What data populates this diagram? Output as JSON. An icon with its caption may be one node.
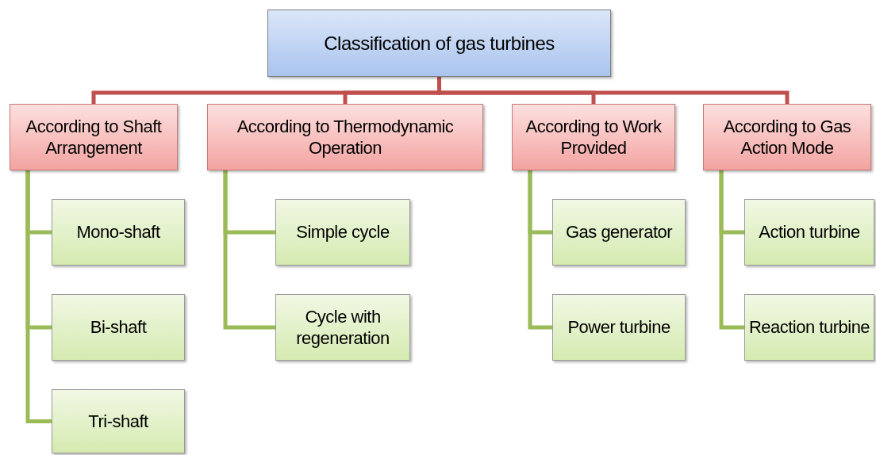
{
  "diagram": {
    "nodes": [
      {
        "text": [
          "Classification of gas turbines"
        ]
      },
      {
        "text": [
          "According to Shaft Arrangement"
        ]
      },
      {
        "text": [
          "According to Thermodynamic Operation"
        ]
      },
      {
        "text": [
          "According to Work Provided"
        ]
      },
      {
        "text": [
          "According to Gas Action Mode"
        ]
      },
      {
        "text": [
          "Mono-shaft"
        ]
      },
      {
        "text": [
          "Bi-shaft"
        ]
      },
      {
        "text": [
          "Tri-shaft"
        ]
      },
      {
        "text": [
          "Simple cycle"
        ]
      },
      {
        "text": [
          "Cycle with regeneration"
        ]
      },
      {
        "text": [
          "Gas generator"
        ]
      },
      {
        "text": [
          "Power turbine"
        ]
      },
      {
        "text": [
          "Action turbine"
        ]
      },
      {
        "text": [
          "Reaction turbine"
        ]
      }
    ],
    "edges": [
      {
        "from": 0,
        "to": 1,
        "arrow": "none",
        "color": "#c0504d"
      },
      {
        "from": 0,
        "to": 2,
        "arrow": "none",
        "color": "#c0504d"
      },
      {
        "from": 0,
        "to": 3,
        "arrow": "none",
        "color": "#c0504d"
      },
      {
        "from": 0,
        "to": 4,
        "arrow": "none",
        "color": "#c0504d"
      },
      {
        "from": 1,
        "to": 5,
        "arrow": "none"
      },
      {
        "from": 1,
        "to": 6,
        "arrow": "none"
      },
      {
        "from": 1,
        "to": 7,
        "arrow": "none"
      },
      {
        "from": 2,
        "to": 8,
        "arrow": "none"
      },
      {
        "from": 2,
        "to": 9,
        "arrow": "none"
      },
      {
        "from": 3,
        "to": 10,
        "arrow": "none"
      },
      {
        "from": 3,
        "to": 11,
        "arrow": "none"
      },
      {
        "from": 4,
        "to": 12,
        "arrow": "none"
      },
      {
        "from": 4,
        "to": 13,
        "arrow": "none"
      }
    ]
  }
}
